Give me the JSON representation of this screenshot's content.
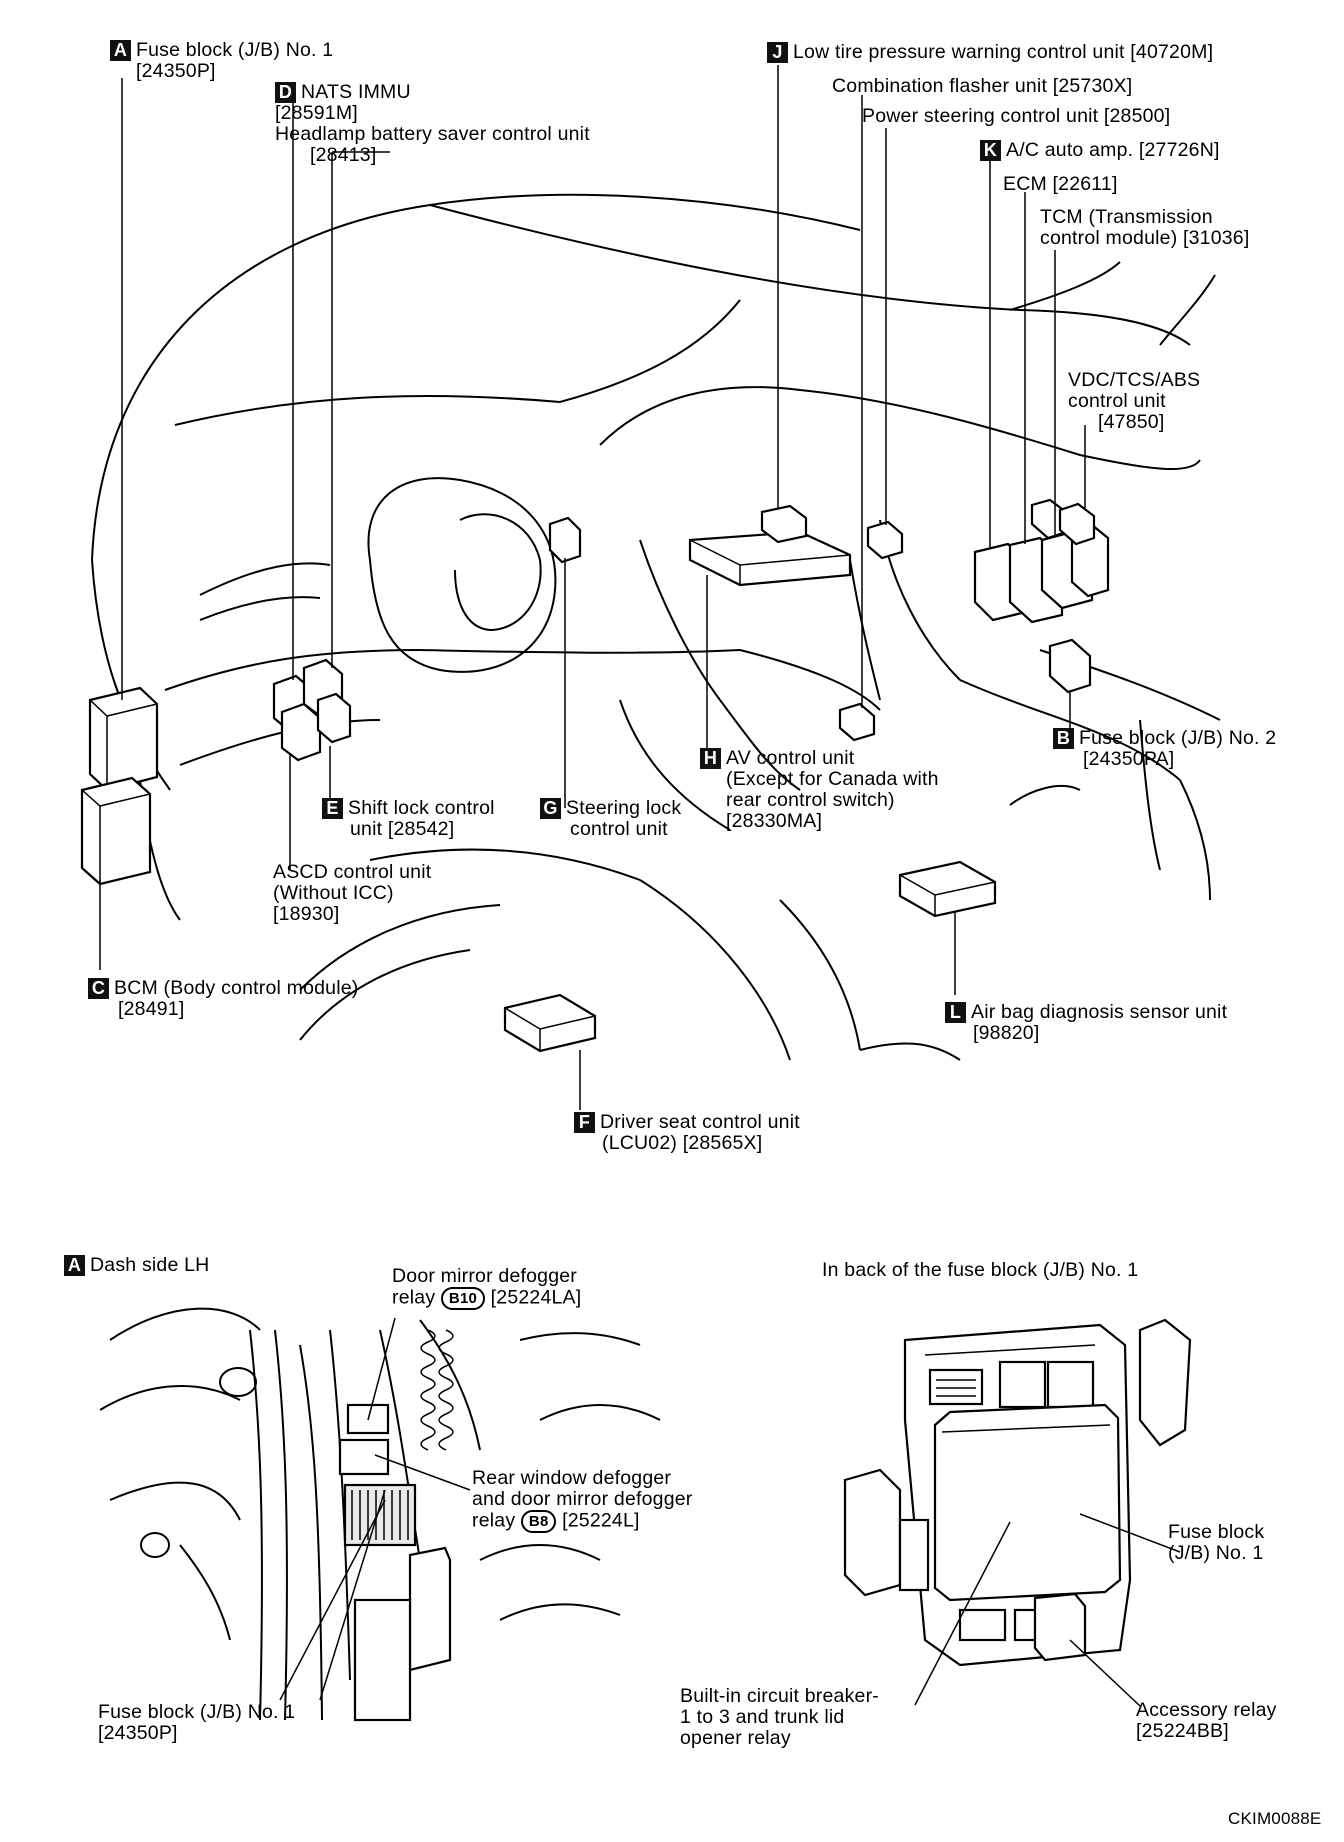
{
  "top": {
    "A": {
      "badge": "A",
      "l1": "Fuse block (J/B) No. 1",
      "l2": "[24350P]"
    },
    "D": {
      "badge": "D",
      "l1": "NATS IMMU",
      "l2": "[28591M]",
      "l3": "Headlamp battery saver control unit",
      "l4": "[28413]"
    },
    "J": {
      "badge": "J",
      "l1": "Low tire pressure warning control unit [40720M]"
    },
    "flasher": "Combination flasher unit [25730X]",
    "power_steering": "Power steering control unit [28500]",
    "K": {
      "badge": "K",
      "l1": "A/C auto  amp. [27726N]"
    },
    "ecm": "ECM [22611]",
    "tcm": {
      "l1": "TCM (Transmission",
      "l2": "control module) [31036]"
    },
    "vdc": {
      "l1": "VDC/TCS/ABS",
      "l2": "control unit",
      "l3": "[47850]"
    },
    "B": {
      "badge": "B",
      "l1": "Fuse block (J/B) No. 2",
      "l2": "[24350PA]"
    },
    "H": {
      "badge": "H",
      "l1": "AV control unit",
      "l2": "(Except for Canada with",
      "l3": "rear control switch)",
      "l4": "[28330MA]"
    },
    "E": {
      "badge": "E",
      "l1": "Shift lock control",
      "l2": "unit [28542]"
    },
    "G": {
      "badge": "G",
      "l1": "Steering lock",
      "l2": "control unit"
    },
    "ascd": {
      "l1": "ASCD control unit",
      "l2": "(Without ICC)",
      "l3": "[18930]"
    },
    "C": {
      "badge": "C",
      "l1": "BCM (Body control module)",
      "l2": "[28491]"
    },
    "L": {
      "badge": "L",
      "l1": "Air bag diagnosis sensor unit",
      "l2": "[98820]"
    },
    "F": {
      "badge": "F",
      "l1": "Driver seat control unit",
      "l2": "(LCU02) [28565X]"
    }
  },
  "dash": {
    "title_badge": "A",
    "title": "Dash side LH",
    "door_mirror": {
      "l1": "Door mirror defogger",
      "l2a": "relay",
      "tag": "B10",
      "l2b": "[25224LA]"
    },
    "rear_window": {
      "l1": "Rear window defogger",
      "l2": "and door mirror defogger",
      "l3a": "relay",
      "tag": "B8",
      "l3b": "[25224L]"
    },
    "fuse": {
      "l1": "Fuse block (J/B) No. 1",
      "l2": "[24350P]"
    }
  },
  "back": {
    "title": "In back of the fuse block (J/B) No. 1",
    "fuse": {
      "l1": "Fuse block",
      "l2": "(J/B) No. 1"
    },
    "breaker": {
      "l1": "Built-in circuit breaker-",
      "l2": "1 to 3 and trunk lid",
      "l3": "opener relay"
    },
    "accessory": {
      "l1": "Accessory relay",
      "l2": "[25224BB]"
    }
  },
  "code": "CKIM0088E"
}
